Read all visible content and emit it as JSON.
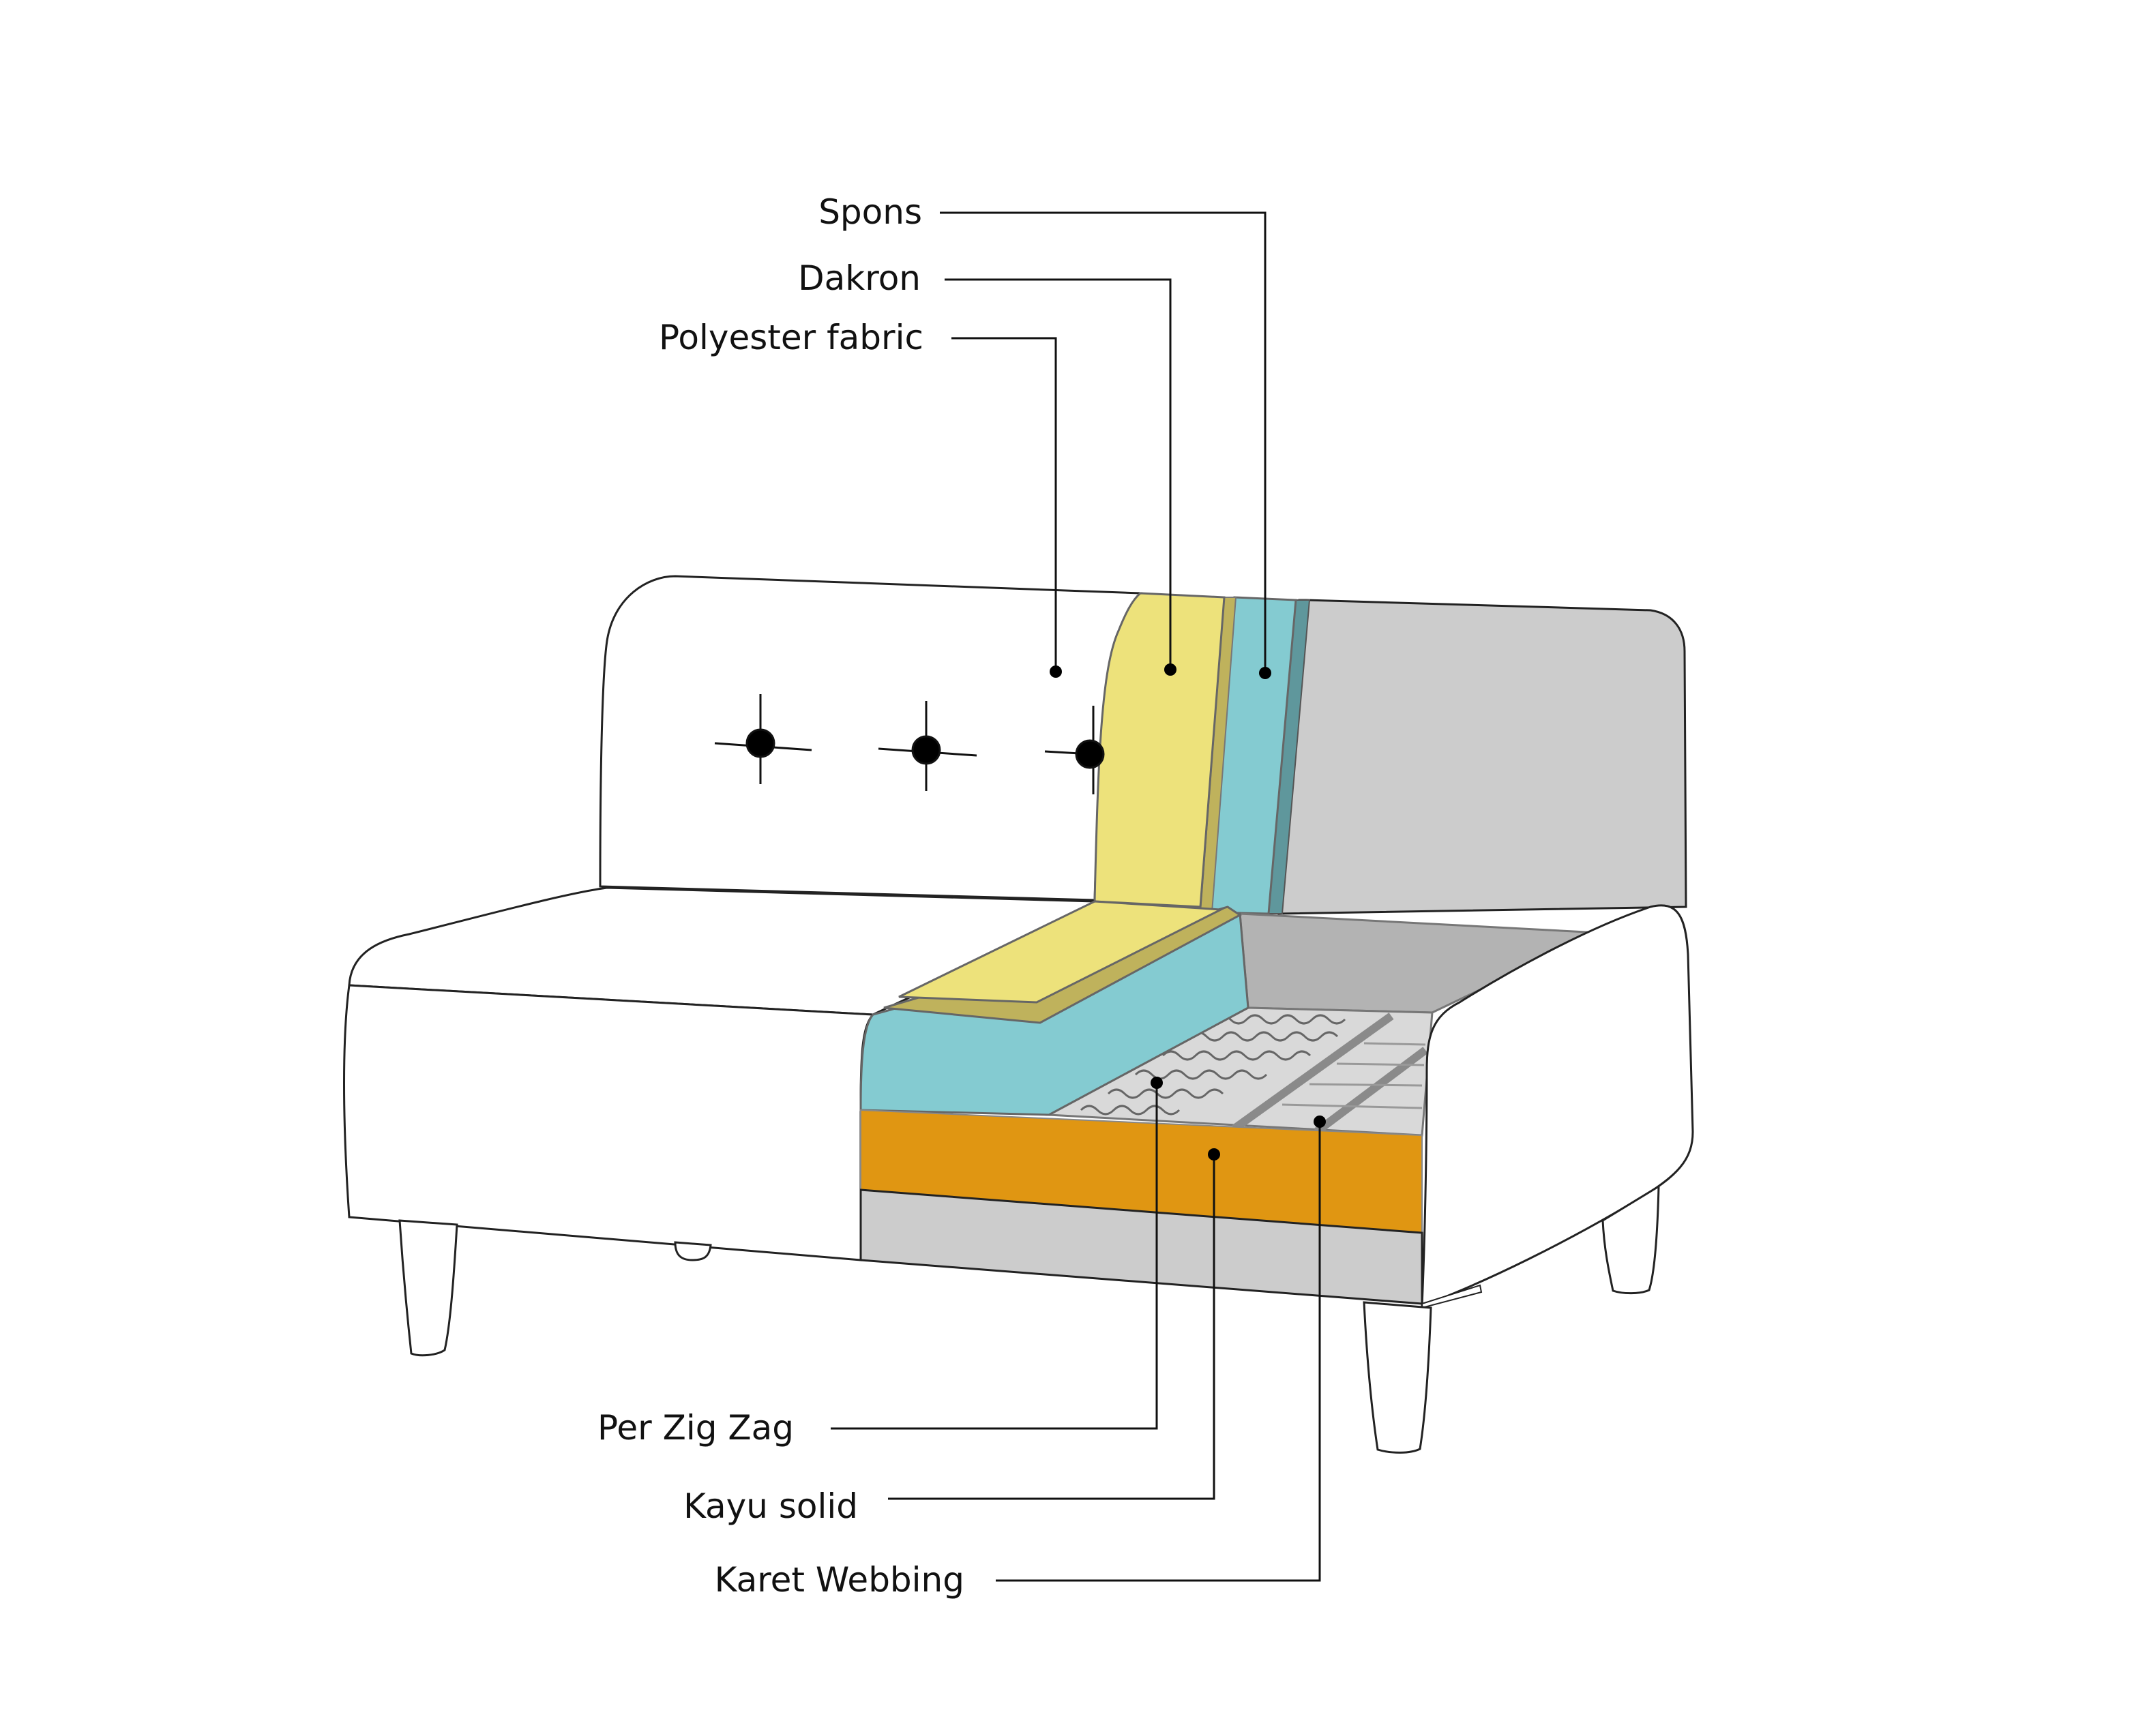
{
  "callouts_top": [
    {
      "label": "Spons"
    },
    {
      "label": "Dakron"
    },
    {
      "label": "Polyester fabric"
    }
  ],
  "callouts_bottom": [
    {
      "label": "Per Zig Zag"
    },
    {
      "label": "Kayu solid"
    },
    {
      "label": "Karet Webbing"
    }
  ],
  "colors": {
    "dakron": "#ede27b",
    "dakron_edge": "#bfb25c",
    "spons": "#84cbd1",
    "spons_edge": "#5f979c",
    "kayu_solid": "#e09612",
    "grey_light": "#cccccc",
    "grey_mid": "#b3b3b3",
    "outline": "#222222"
  }
}
